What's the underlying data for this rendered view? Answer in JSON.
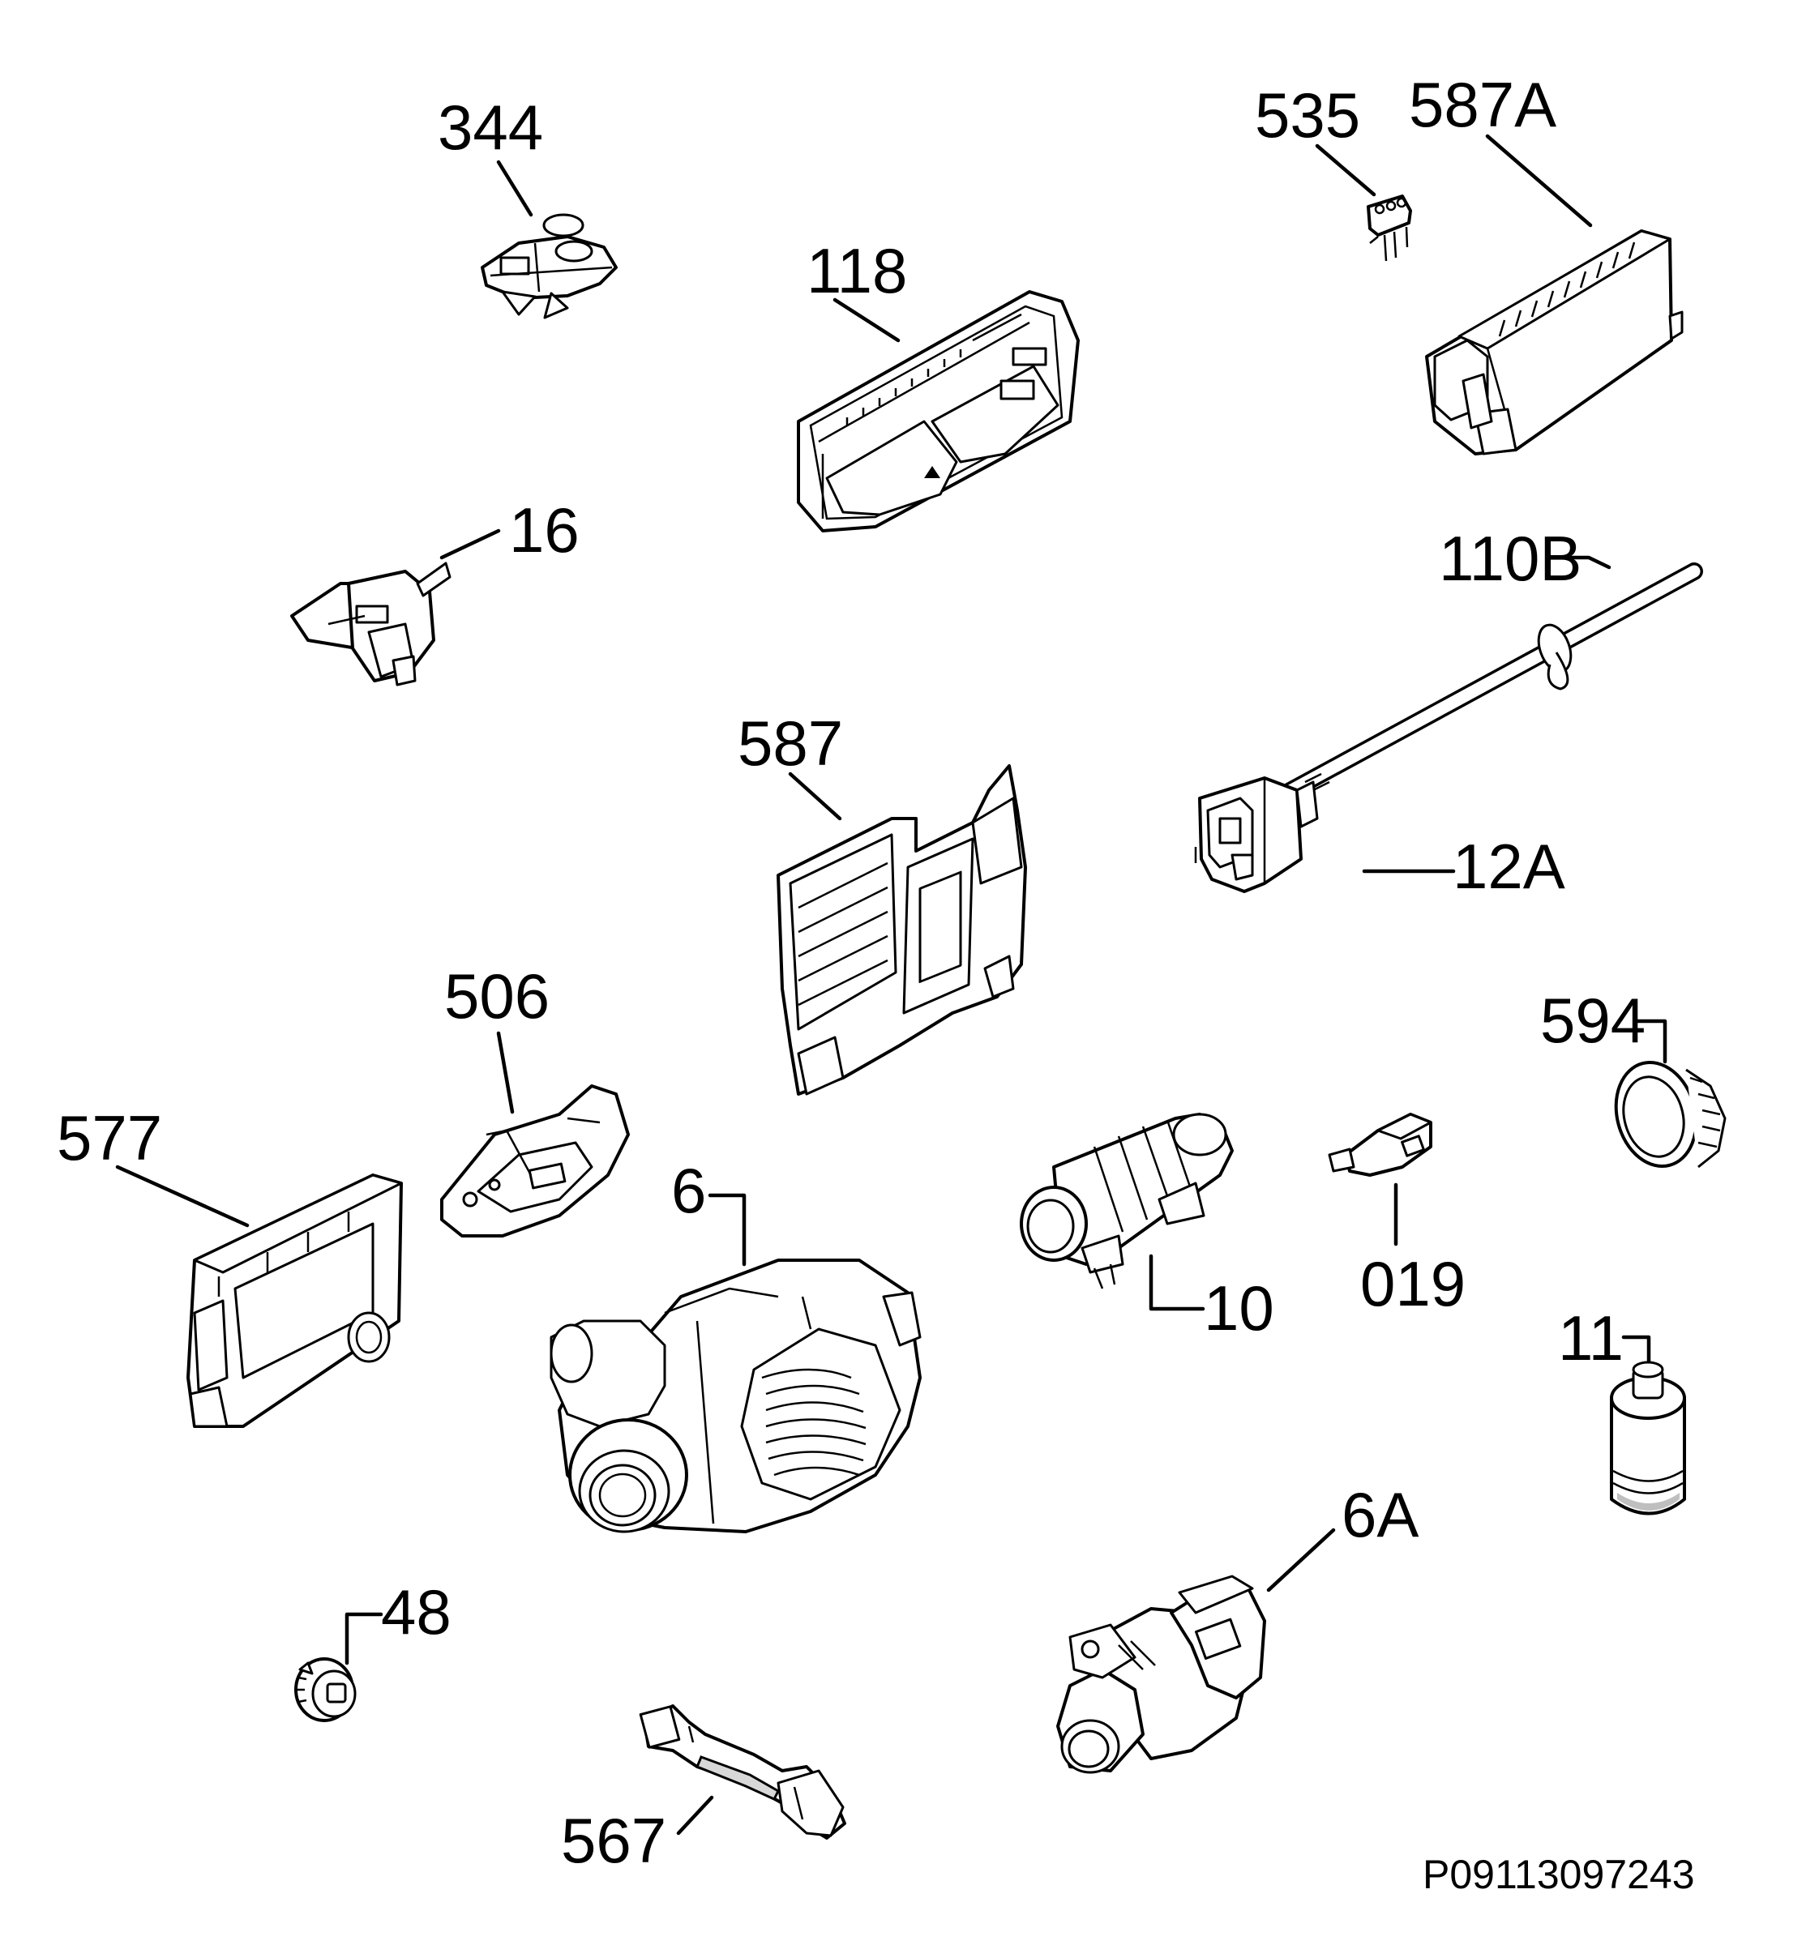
{
  "labels": {
    "l344": "344",
    "l118": "118",
    "l535": "535",
    "l587A": "587A",
    "l16": "16",
    "l110B": "110B",
    "l587": "587",
    "l12A": "12A",
    "l506": "506",
    "l594": "594",
    "l577": "577",
    "l6": "6",
    "l10": "10",
    "l019": "019",
    "l11": "11",
    "l6A": "6A",
    "l48": "48",
    "l567": "567"
  },
  "drawing_code": "P09113097243",
  "parts": [
    {
      "ref": "344",
      "shape": "latch-icon"
    },
    {
      "ref": "118",
      "shape": "control-panel-icon"
    },
    {
      "ref": "535",
      "shape": "connector-icon"
    },
    {
      "ref": "587A",
      "shape": "control-module-icon"
    },
    {
      "ref": "16",
      "shape": "door-switch-icon"
    },
    {
      "ref": "110B",
      "shape": "cable-icon"
    },
    {
      "ref": "587",
      "shape": "board-housing-icon"
    },
    {
      "ref": "12A",
      "shape": "cable-connector-icon"
    },
    {
      "ref": "506",
      "shape": "sensor-bracket-icon"
    },
    {
      "ref": "594",
      "shape": "ring-icon"
    },
    {
      "ref": "577",
      "shape": "module-box-icon"
    },
    {
      "ref": "6",
      "shape": "circulation-pump-icon"
    },
    {
      "ref": "10",
      "shape": "heater-icon"
    },
    {
      "ref": "019",
      "shape": "small-connector-icon"
    },
    {
      "ref": "11",
      "shape": "capacitor-icon"
    },
    {
      "ref": "6A",
      "shape": "drain-pump-icon"
    },
    {
      "ref": "48",
      "shape": "knob-icon"
    },
    {
      "ref": "567",
      "shape": "clip-bracket-icon"
    }
  ]
}
